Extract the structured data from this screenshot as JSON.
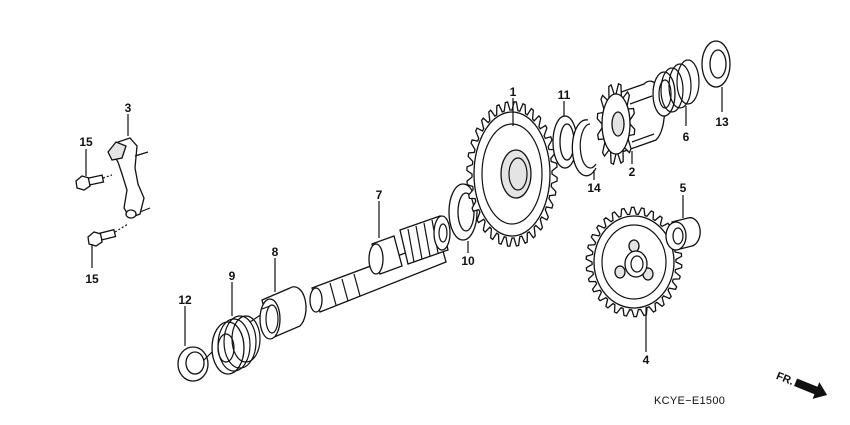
{
  "diagram_code": "KCYE−E1500",
  "direction_label": "FR.",
  "callouts": [
    "1",
    "2",
    "3",
    "4",
    "5",
    "6",
    "7",
    "8",
    "9",
    "10",
    "11",
    "12",
    "13",
    "14",
    "15",
    "15"
  ],
  "parts": {
    "p1": "gear-1",
    "p2": "gear-2",
    "p3": "bracket",
    "p4": "gear-4",
    "p5": "collar",
    "p6": "spring",
    "p7": "shaft",
    "p8": "bushing",
    "p9": "spring",
    "p10": "washer",
    "p11": "washer",
    "p12": "washer",
    "p13": "washer",
    "p14": "clip",
    "p15": "bolt"
  }
}
